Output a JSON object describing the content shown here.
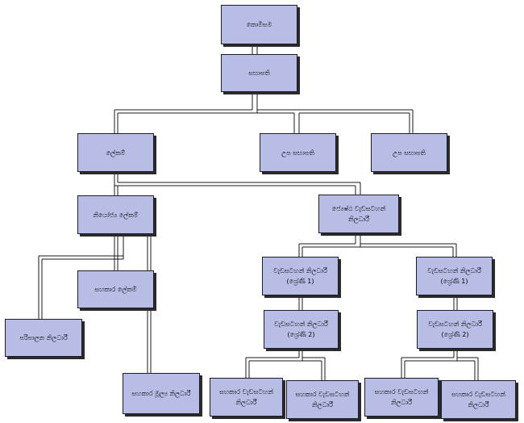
{
  "nodes": {
    "commission": {
      "label": "කොමිසම"
    },
    "chairman": {
      "label": "සභාපති"
    },
    "secretary": {
      "label": "ලේකම්"
    },
    "vice_chairman_1": {
      "label": "උප සභාපති"
    },
    "vice_chairman_2": {
      "label": "උප සභාපති"
    },
    "deputy_secretary": {
      "label": "නියෝජ්‍ය ලේකම්"
    },
    "senior_dev_officer": {
      "line1": "ජ්‍යෙෂ්ඨ වැඩසටහන්",
      "line2": "නිලධාරී"
    },
    "assistant_secretary": {
      "label": "සහකාර ලේකම්"
    },
    "admin_officer": {
      "label": "පරිපාලන නිලධාරී"
    },
    "asst_finance_officer": {
      "label": "සහකාර මූල්‍ය නිලධාරී"
    },
    "prog_officer_g1_left": {
      "line1": "වැඩසටහන් නිලධාරී",
      "line2": "(ශ්‍රේණි 1)"
    },
    "prog_officer_g1_right": {
      "line1": "වැඩසටහන් නිලධාරී",
      "line2": "(ශ්‍රේණි 1)"
    },
    "prog_officer_g2_left": {
      "line1": "වැඩසටහන් නිලධාරී",
      "line2": "(ශ්‍රේණි 2)"
    },
    "prog_officer_g2_right": {
      "line1": "වැඩසටහන් නිලධාරී",
      "line2": "(ශ්‍රේණි 2)"
    },
    "asst_prog_officer_1": {
      "line1": "සහකාර වැඩසටහන්",
      "line2": "නිලධාරී"
    },
    "asst_prog_officer_2": {
      "line1": "සහකාර වැඩසටහන්",
      "line2": "නිලධාරී"
    },
    "asst_prog_officer_3": {
      "line1": "සහකාර වැඩසටහන්",
      "line2": "නිලධාරී"
    },
    "asst_prog_officer_4": {
      "line1": "සහකාර වැඩසටහන්",
      "line2": "නිලධාරී"
    }
  },
  "colors": {
    "box_fill": "#b7bde4",
    "box_border": "#1c1c2c",
    "connector": "#1a1a1a"
  }
}
